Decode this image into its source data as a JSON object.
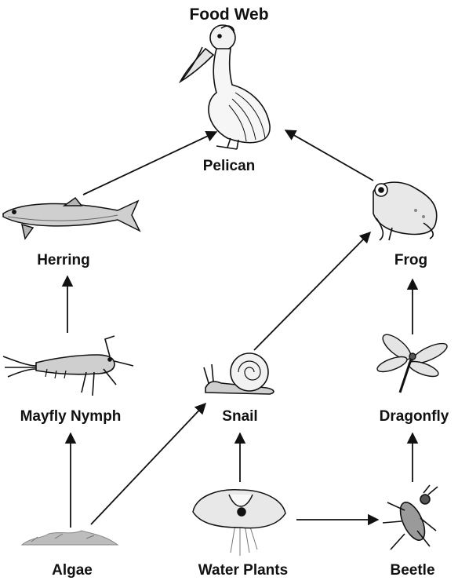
{
  "title": "Food Web",
  "organisms": {
    "pelican": {
      "label": "Pelican",
      "icon": "pelican-icon"
    },
    "herring": {
      "label": "Herring",
      "icon": "herring-icon"
    },
    "frog": {
      "label": "Frog",
      "icon": "frog-icon"
    },
    "mayfly": {
      "label": "Mayfly Nymph",
      "icon": "mayfly-nymph-icon"
    },
    "snail": {
      "label": "Snail",
      "icon": "snail-icon"
    },
    "dragonfly": {
      "label": "Dragonfly",
      "icon": "dragonfly-icon"
    },
    "algae": {
      "label": "Algae",
      "icon": "algae-icon"
    },
    "water_plants": {
      "label": "Water Plants",
      "icon": "water-plants-icon"
    },
    "beetle": {
      "label": "Beetle",
      "icon": "beetle-icon"
    }
  },
  "links": [
    {
      "from": "algae",
      "to": "mayfly"
    },
    {
      "from": "algae",
      "to": "snail"
    },
    {
      "from": "water_plants",
      "to": "snail"
    },
    {
      "from": "water_plants",
      "to": "beetle"
    },
    {
      "from": "beetle",
      "to": "dragonfly"
    },
    {
      "from": "dragonfly",
      "to": "frog"
    },
    {
      "from": "snail",
      "to": "frog"
    },
    {
      "from": "mayfly",
      "to": "herring"
    },
    {
      "from": "herring",
      "to": "pelican"
    },
    {
      "from": "frog",
      "to": "pelican"
    }
  ],
  "colors": {
    "ink": "#111111",
    "gray": "#9a9a9a",
    "light": "#d8d8d8"
  }
}
